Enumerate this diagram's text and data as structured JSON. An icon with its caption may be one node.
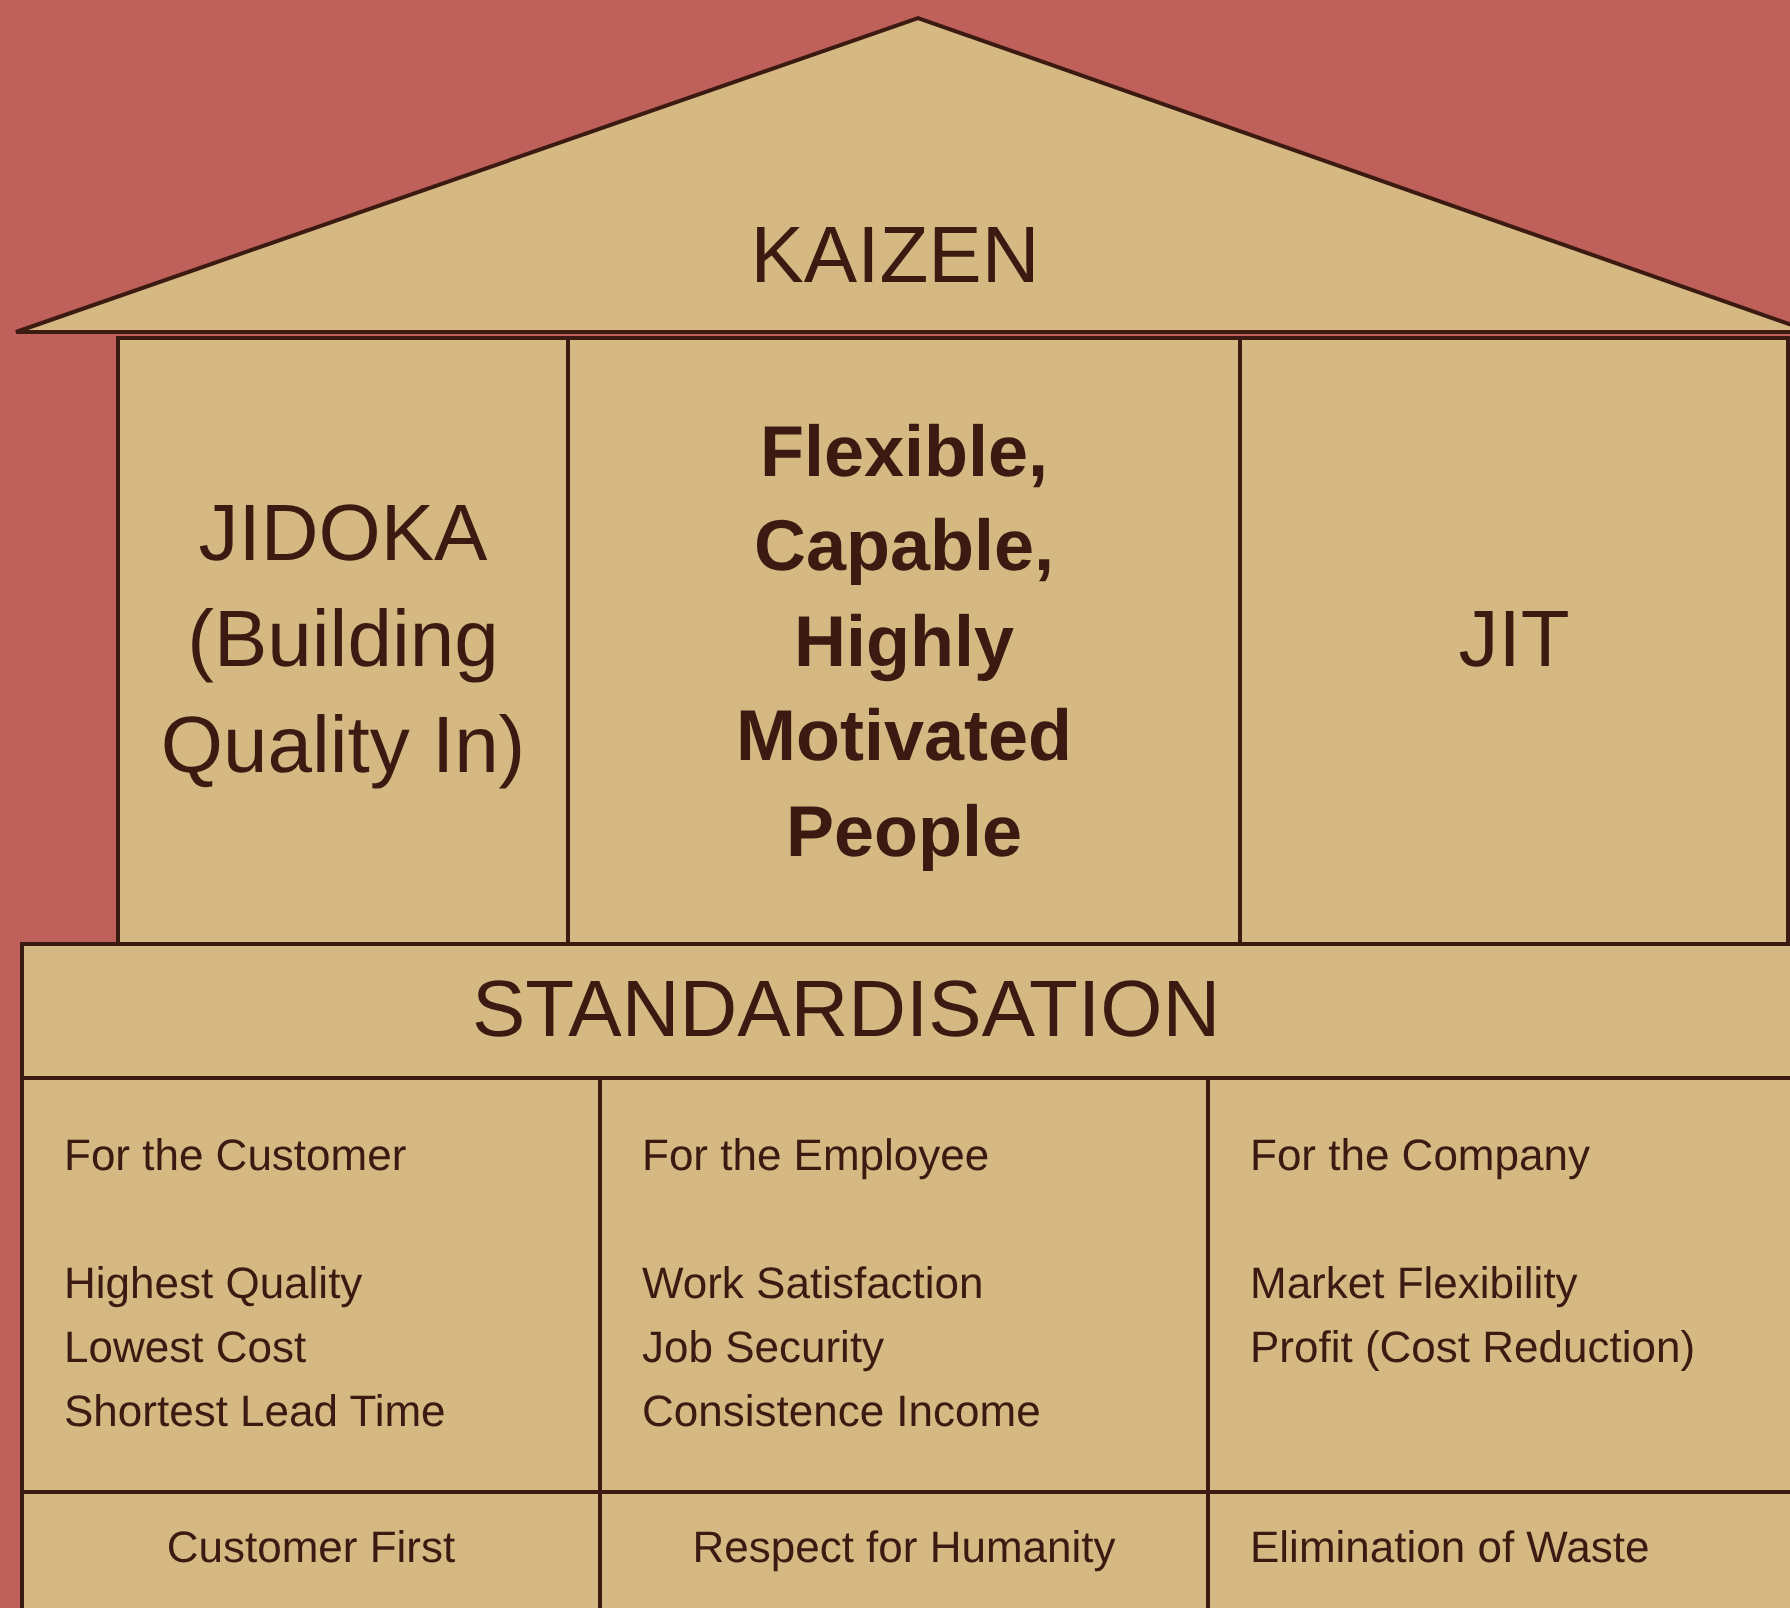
{
  "diagram": {
    "nodes": [
      {
        "text": [
          "KAIZEN"
        ]
      },
      {
        "text": [
          "JIDOKA (Building Quality In)"
        ]
      },
      {
        "text": [
          "Flexible, Capable, Highly Motivated People"
        ]
      },
      {
        "text": [
          "JIT"
        ]
      },
      {
        "text": [
          "STANDARDISATION"
        ]
      },
      {
        "text": [
          "For the Customer",
          "Highest Quality",
          "Lowest Cost",
          "Shortest Lead Time"
        ]
      },
      {
        "text": [
          "For the Employee",
          "Work Satisfaction",
          "Job Security",
          "Consistence Income"
        ]
      },
      {
        "text": [
          "For the Company",
          "Market Flexibility",
          "Profit (Cost Reduction)"
        ]
      },
      {
        "text": [
          "Customer First"
        ]
      },
      {
        "text": [
          "Respect for Humanity"
        ]
      },
      {
        "text": [
          "Elimination of Waste"
        ]
      }
    ],
    "edges": []
  }
}
